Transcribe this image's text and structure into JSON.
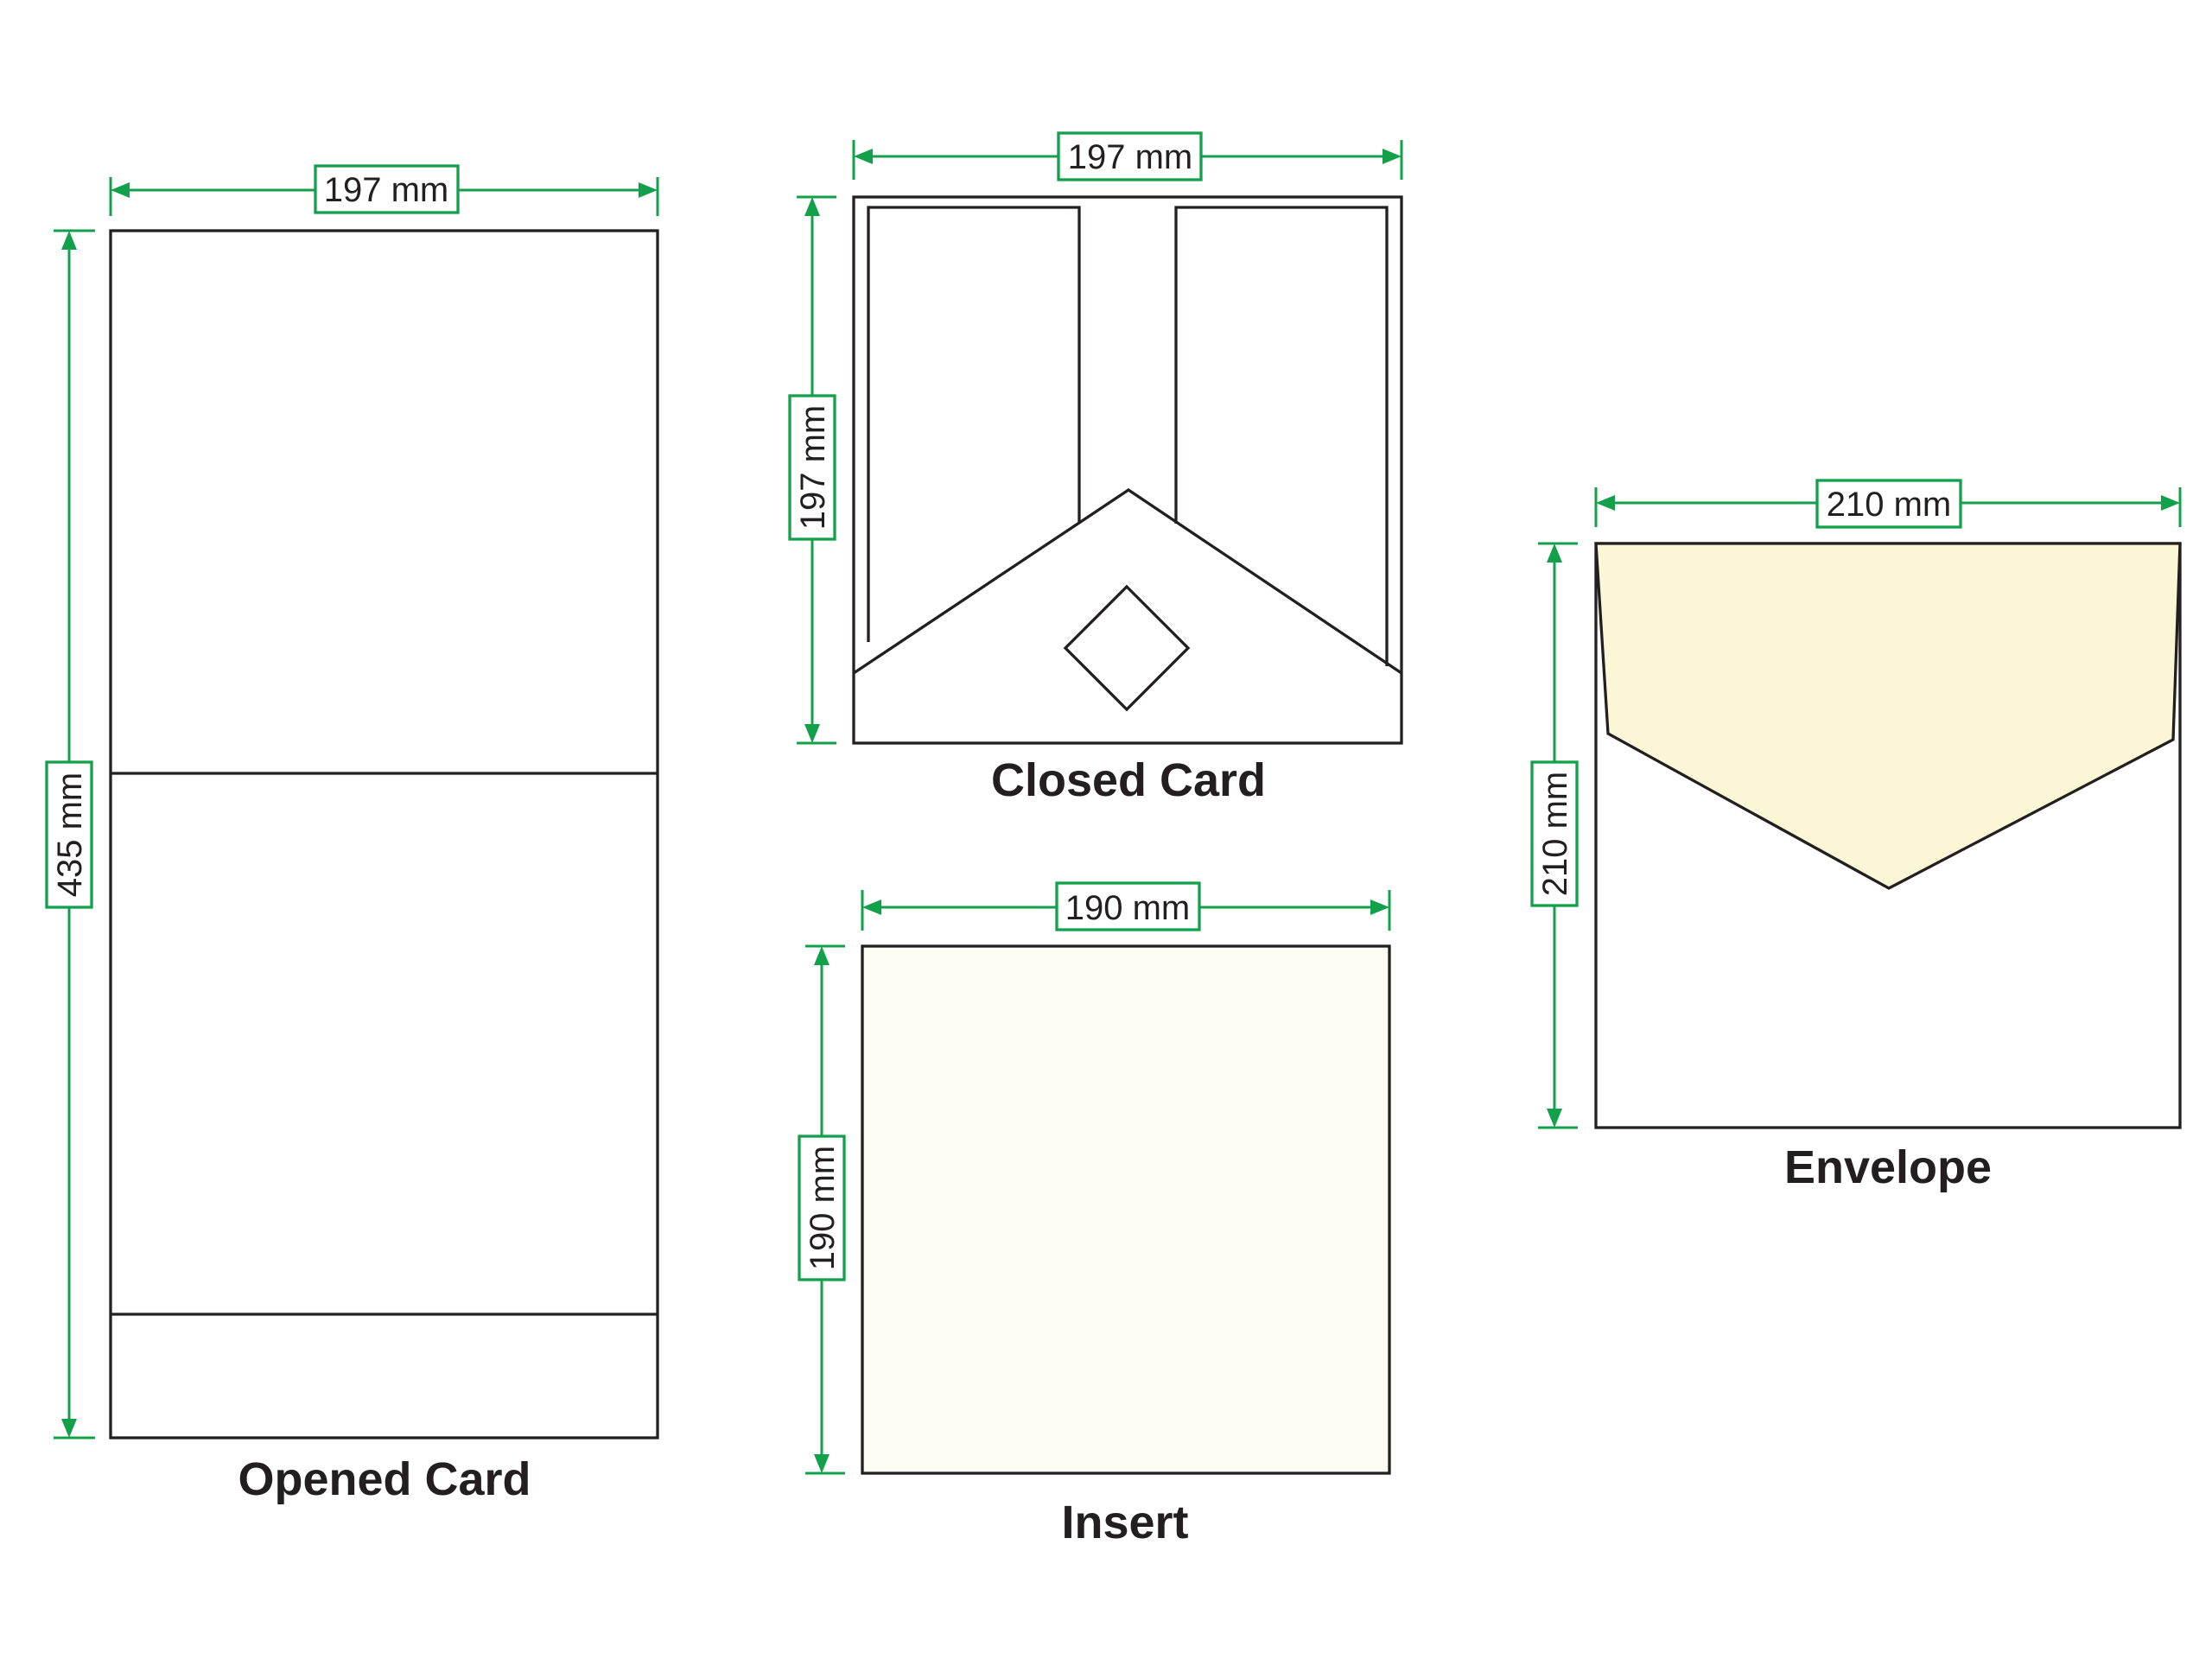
{
  "colors": {
    "outline": "#231f20",
    "dimension": "#13a04a",
    "insert_fill": "#fdfdf4",
    "envelope_flap_fill": "#fbf7d6",
    "background": "#ffffff"
  },
  "opened_card": {
    "caption": "Opened Card",
    "width_label": "197 mm",
    "height_label": "435 mm"
  },
  "closed_card": {
    "caption": "Closed Card",
    "width_label": "197 mm",
    "height_label": "197 mm"
  },
  "insert": {
    "caption": "Insert",
    "width_label": "190 mm",
    "height_label": "190 mm"
  },
  "envelope": {
    "caption": "Envelope",
    "width_label": "210 mm",
    "height_label": "210 mm"
  }
}
